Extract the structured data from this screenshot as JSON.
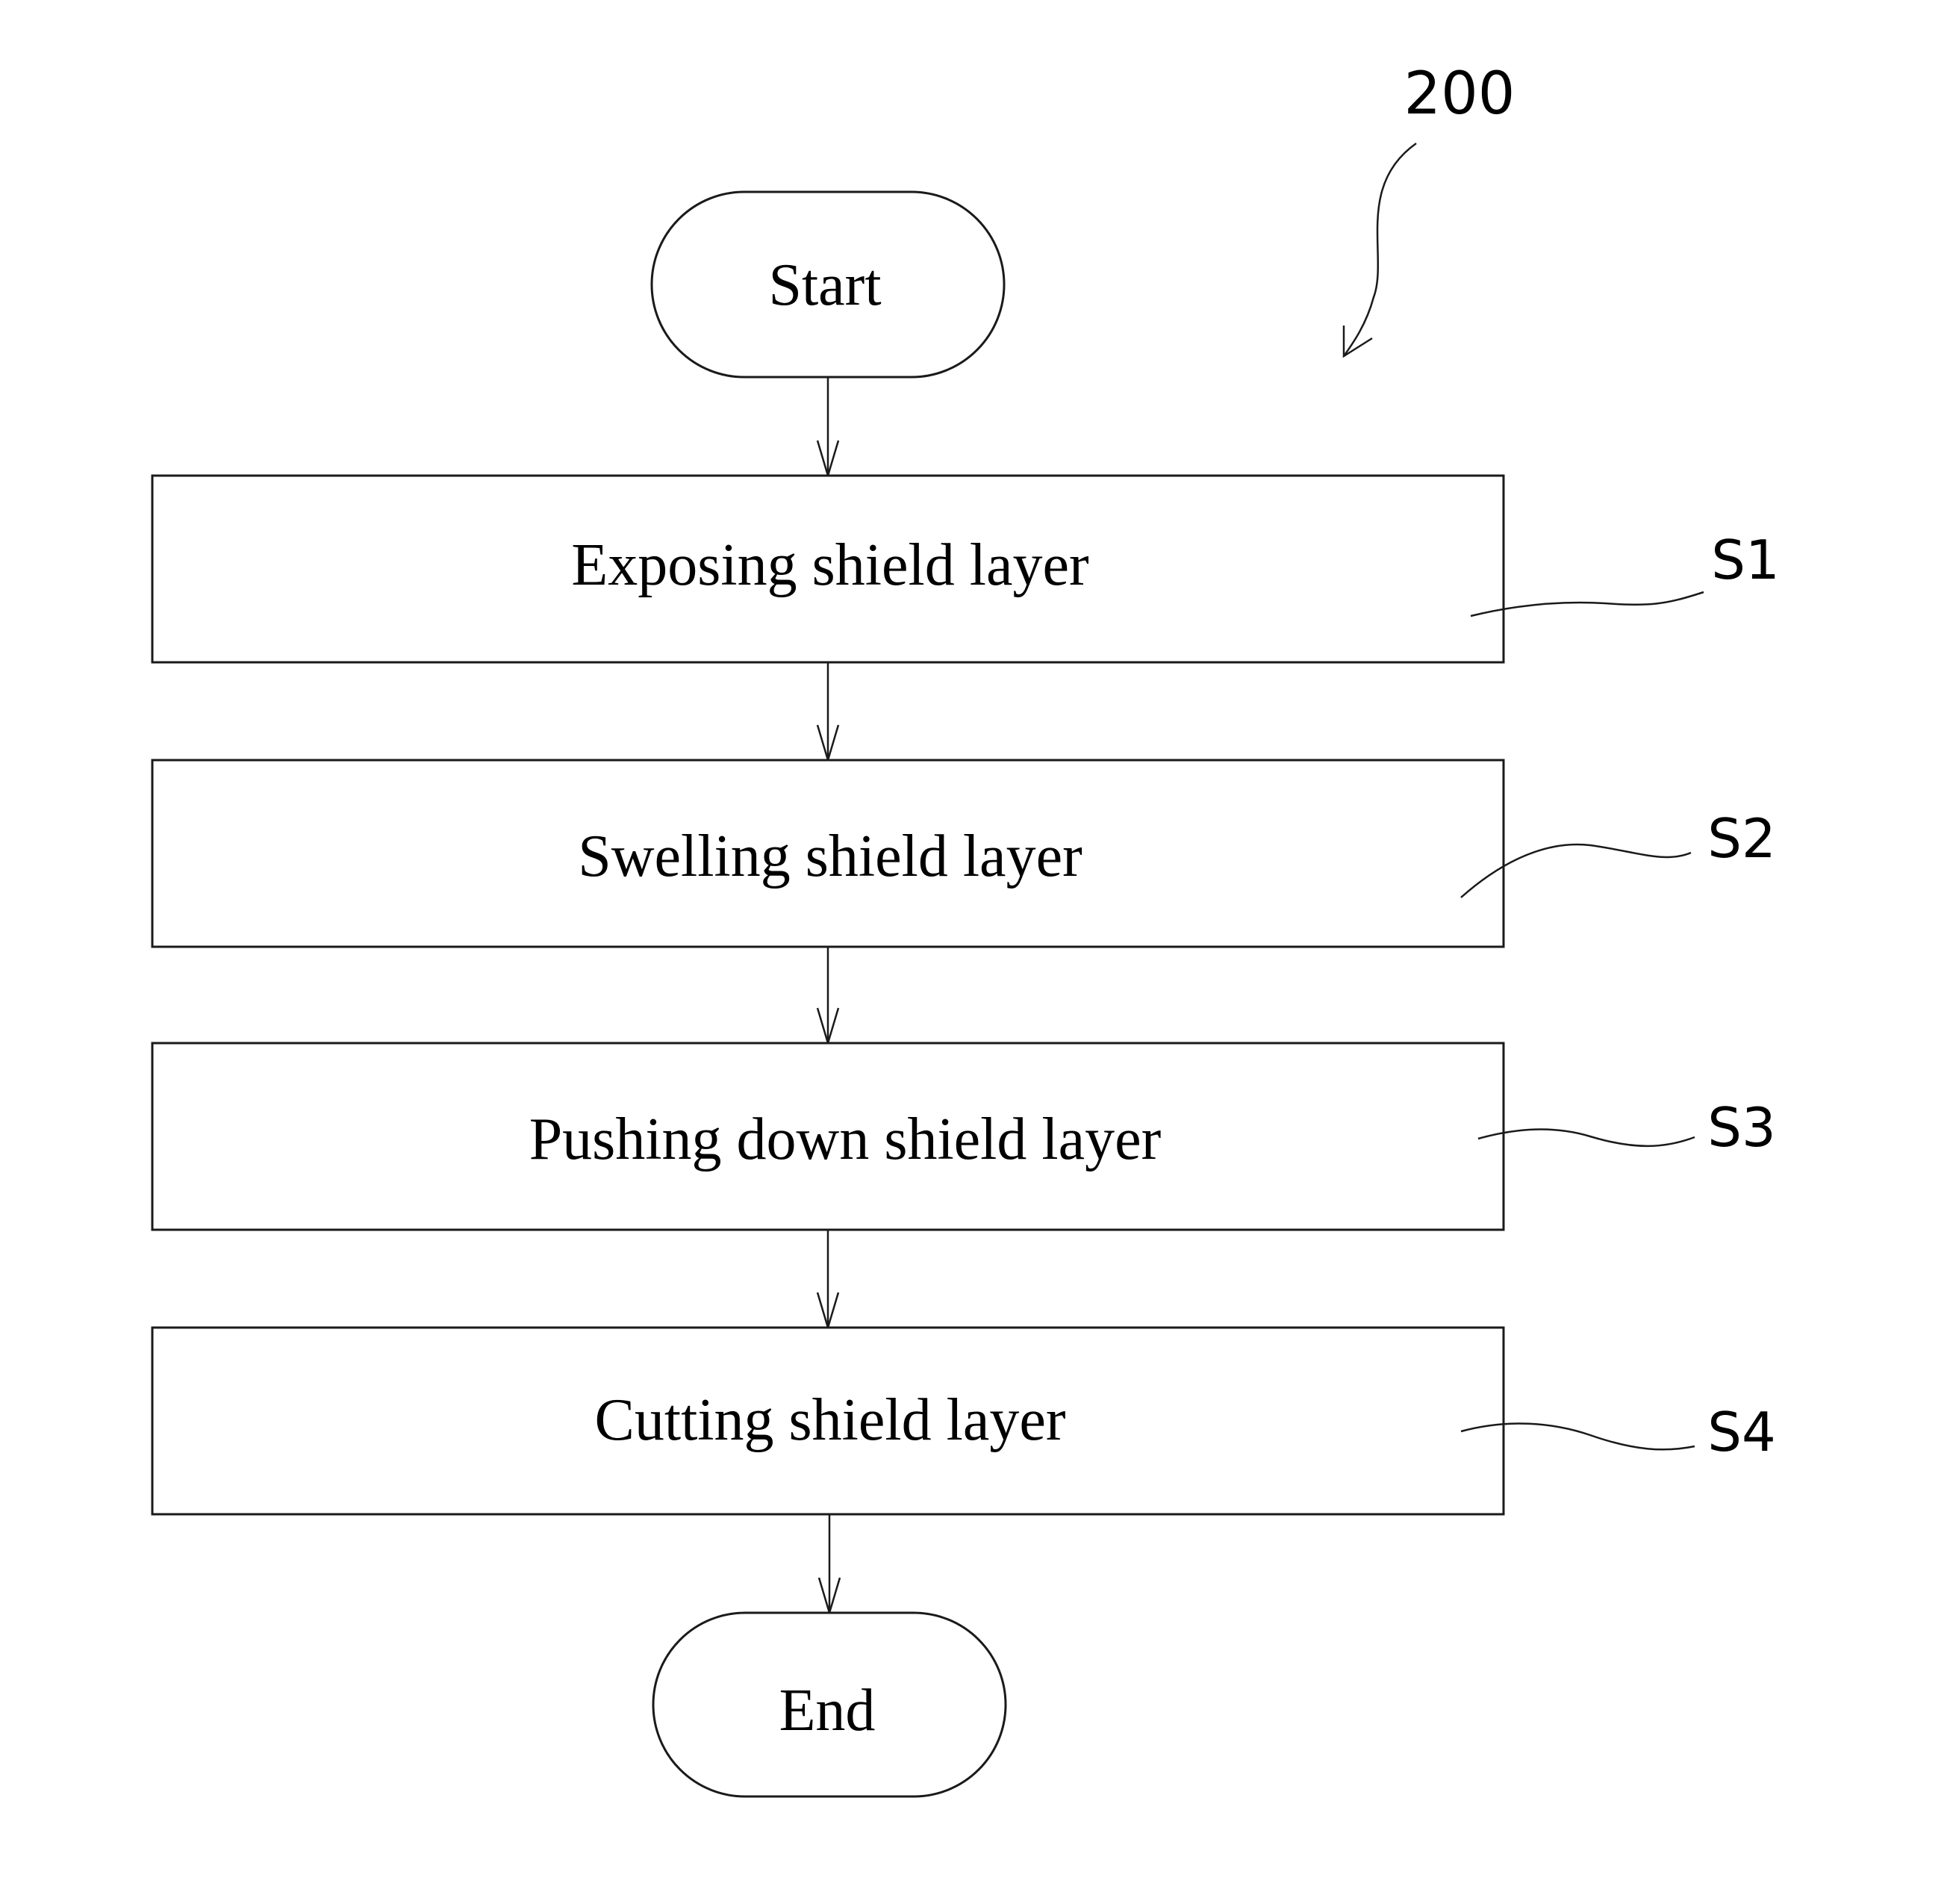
{
  "figure": {
    "ref_number": "200",
    "start_label": "Start",
    "end_label": "End",
    "steps": [
      {
        "id": "S1",
        "label": "Exposing shield layer"
      },
      {
        "id": "S2",
        "label": "Swelling shield layer"
      },
      {
        "id": "S3",
        "label": "Pushing down shield layer"
      },
      {
        "id": "S4",
        "label": "Cutting shield layer"
      }
    ]
  }
}
